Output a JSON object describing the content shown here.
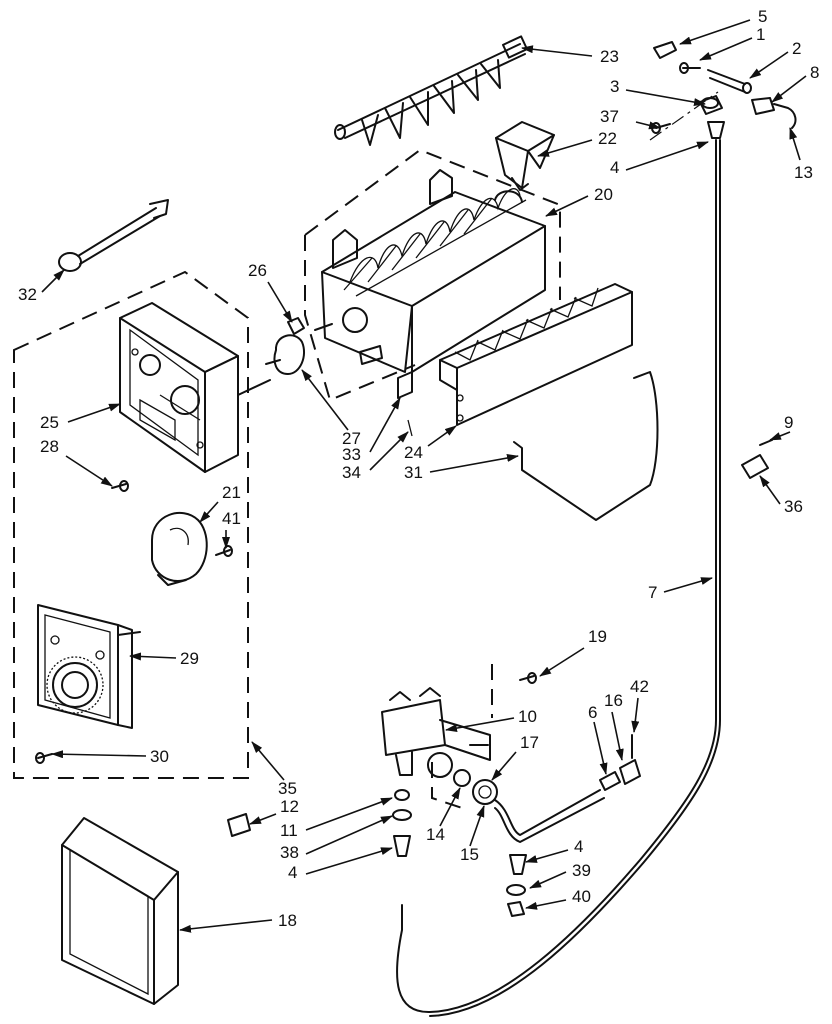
{
  "callouts": [
    {
      "id": "5",
      "label": "5"
    },
    {
      "id": "1",
      "label": "1"
    },
    {
      "id": "2",
      "label": "2"
    },
    {
      "id": "23",
      "label": "23"
    },
    {
      "id": "3",
      "label": "3"
    },
    {
      "id": "8",
      "label": "8"
    },
    {
      "id": "37",
      "label": "37"
    },
    {
      "id": "22",
      "label": "22"
    },
    {
      "id": "4a",
      "label": "4"
    },
    {
      "id": "13",
      "label": "13"
    },
    {
      "id": "20",
      "label": "20"
    },
    {
      "id": "32",
      "label": "32"
    },
    {
      "id": "26",
      "label": "26"
    },
    {
      "id": "25",
      "label": "25"
    },
    {
      "id": "28",
      "label": "28"
    },
    {
      "id": "27",
      "label": "27"
    },
    {
      "id": "33",
      "label": "33"
    },
    {
      "id": "34",
      "label": "34"
    },
    {
      "id": "24",
      "label": "24"
    },
    {
      "id": "31",
      "label": "31"
    },
    {
      "id": "9",
      "label": "9"
    },
    {
      "id": "36",
      "label": "36"
    },
    {
      "id": "21",
      "label": "21"
    },
    {
      "id": "41",
      "label": "41"
    },
    {
      "id": "7",
      "label": "7"
    },
    {
      "id": "29",
      "label": "29"
    },
    {
      "id": "19",
      "label": "19"
    },
    {
      "id": "42",
      "label": "42"
    },
    {
      "id": "16",
      "label": "16"
    },
    {
      "id": "6",
      "label": "6"
    },
    {
      "id": "10",
      "label": "10"
    },
    {
      "id": "17",
      "label": "17"
    },
    {
      "id": "30",
      "label": "30"
    },
    {
      "id": "35",
      "label": "35"
    },
    {
      "id": "12",
      "label": "12"
    },
    {
      "id": "11",
      "label": "11"
    },
    {
      "id": "14",
      "label": "14"
    },
    {
      "id": "38",
      "label": "38"
    },
    {
      "id": "15",
      "label": "15"
    },
    {
      "id": "4b",
      "label": "4"
    },
    {
      "id": "39",
      "label": "39"
    },
    {
      "id": "4c",
      "label": "4"
    },
    {
      "id": "40",
      "label": "40"
    },
    {
      "id": "18",
      "label": "18"
    }
  ]
}
